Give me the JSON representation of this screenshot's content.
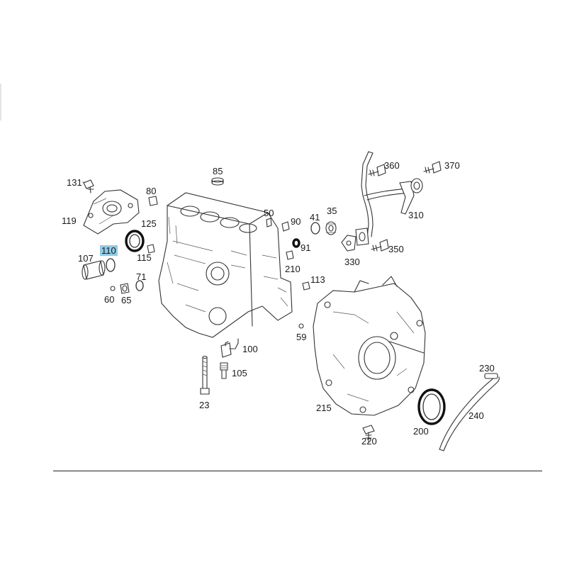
{
  "highlight_color": "#8fcbe6",
  "callouts": {
    "c131": "131",
    "c80": "80",
    "c85": "85",
    "c119": "119",
    "c125": "125",
    "c110": "110",
    "c107": "107",
    "c115": "115",
    "c71": "71",
    "c60": "60",
    "c65": "65",
    "c50": "50",
    "c90": "90",
    "c41": "41",
    "c35": "35",
    "c91": "91",
    "c210": "210",
    "c113": "113",
    "c330": "330",
    "c350": "350",
    "c360": "360",
    "c370": "370",
    "c310": "310",
    "c59": "59",
    "c100": "100",
    "c105": "105",
    "c23": "23",
    "c215": "215",
    "c200": "200",
    "c230": "230",
    "c240": "240",
    "c220": "220"
  },
  "highlighted_callout": "110"
}
